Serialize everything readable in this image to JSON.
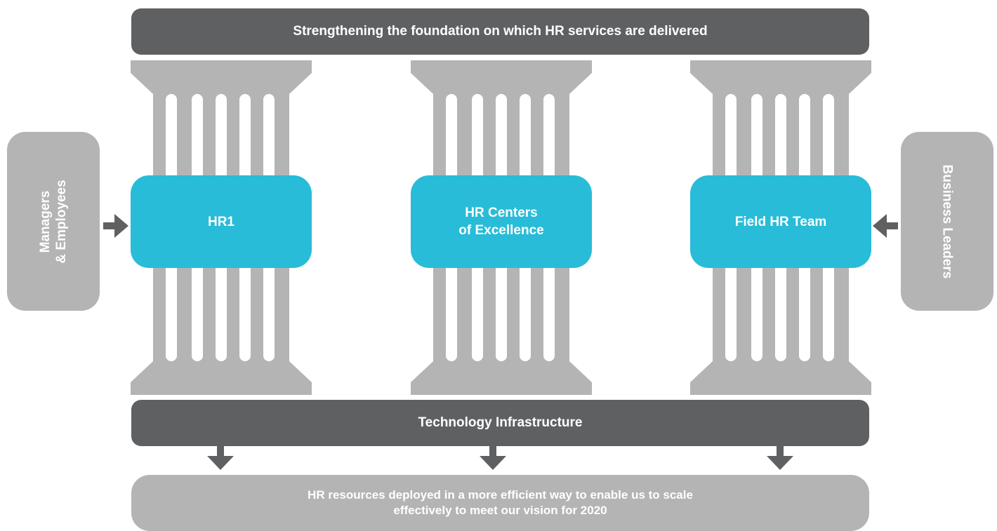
{
  "top_banner": "Strengthening the foundation on which HR services are delivered",
  "pillars": [
    {
      "label": "HR1"
    },
    {
      "label": "HR Centers\nof Excellence"
    },
    {
      "label": "Field HR Team"
    }
  ],
  "left_side": "Managers\n& Employees",
  "right_side": "Business Leaders",
  "tech_bar": "Technology Infrastructure",
  "bottom_box": "HR resources deployed in a more efficient way to enable us to scale\neffectively to meet our vision for 2020",
  "colors": {
    "dark_bar": "#5f6062",
    "pillar_gray": "#b4b4b5",
    "accent_cyan": "#28bcd8"
  }
}
